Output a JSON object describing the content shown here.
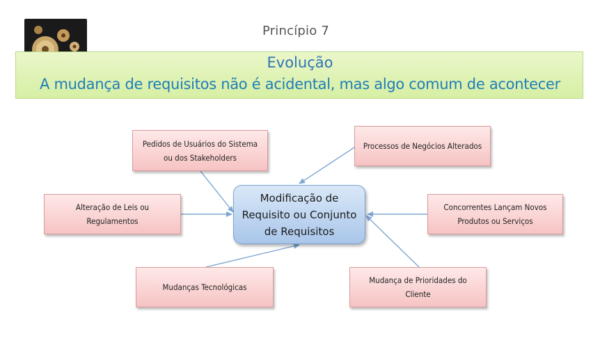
{
  "header": {
    "principle_label": "Princípio 7",
    "logo_icon": "gears-icon"
  },
  "banner": {
    "title": "Evolução",
    "subtitle": "A mudança de requisitos não é acidental, mas algo comum de acontecer"
  },
  "diagram": {
    "center": "Modificação de Requisito ou Conjunto de Requisitos",
    "causes": {
      "user_requests": "Pedidos de Usuários do Sistema ou dos Stakeholders",
      "business_processes": "Processos de Negócios Alterados",
      "laws": "Alteração de Leis ou Regulamentos",
      "competitors": "Concorrentes Lançam Novos Produtos ou Serviços",
      "technology": "Mudanças Tecnológicas",
      "priorities": "Mudança de Prioridades do Cliente"
    }
  },
  "colors": {
    "banner_bg": "#d6efa4",
    "title_blue": "#2f74b5",
    "cause_box": "#f6c3c3",
    "center_box": "#a9c6ea",
    "arrow": "#7ea6d2"
  }
}
